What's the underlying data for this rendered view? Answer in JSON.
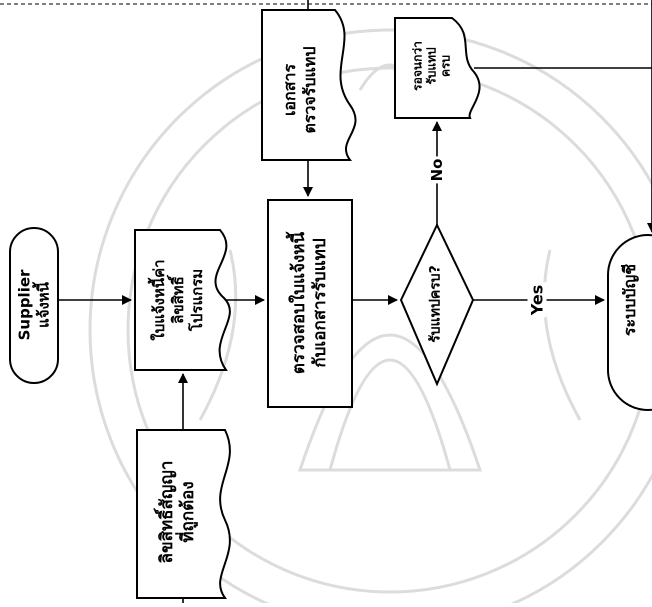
{
  "nodes": {
    "supplier": {
      "line1": "Supplier",
      "line2": "แจ้งหนี้"
    },
    "contract_doc": {
      "line1": "ลิขสิทธิ์สัญญา",
      "line2": "ที่ถูกต้อง"
    },
    "invoice_doc": {
      "line1": "ใบแจ้งหนี้ค่า",
      "line2": "ลิขสิทธิ์",
      "line3": "โปรแกรม"
    },
    "check_process": {
      "line1": "ตรวจสอบใบแจ้งหนี้",
      "line2": "กับเอกสารรับแทป"
    },
    "receipt_doc": {
      "line1": "เอกสาร",
      "line2": "ตรวจรับแทป"
    },
    "decision": {
      "text": "รับแทปครบ?"
    },
    "wait_doc": {
      "line1": "รอจนกว่า",
      "line2": "รับแทป",
      "line3": "ครบ"
    },
    "accounting": {
      "text": "ระบบบัญชี"
    }
  },
  "edges": {
    "yes_label": "Yes",
    "no_label": "No"
  },
  "colors": {
    "stroke": "#000000",
    "fill": "#ffffff",
    "watermark": "#d9d9d9"
  }
}
